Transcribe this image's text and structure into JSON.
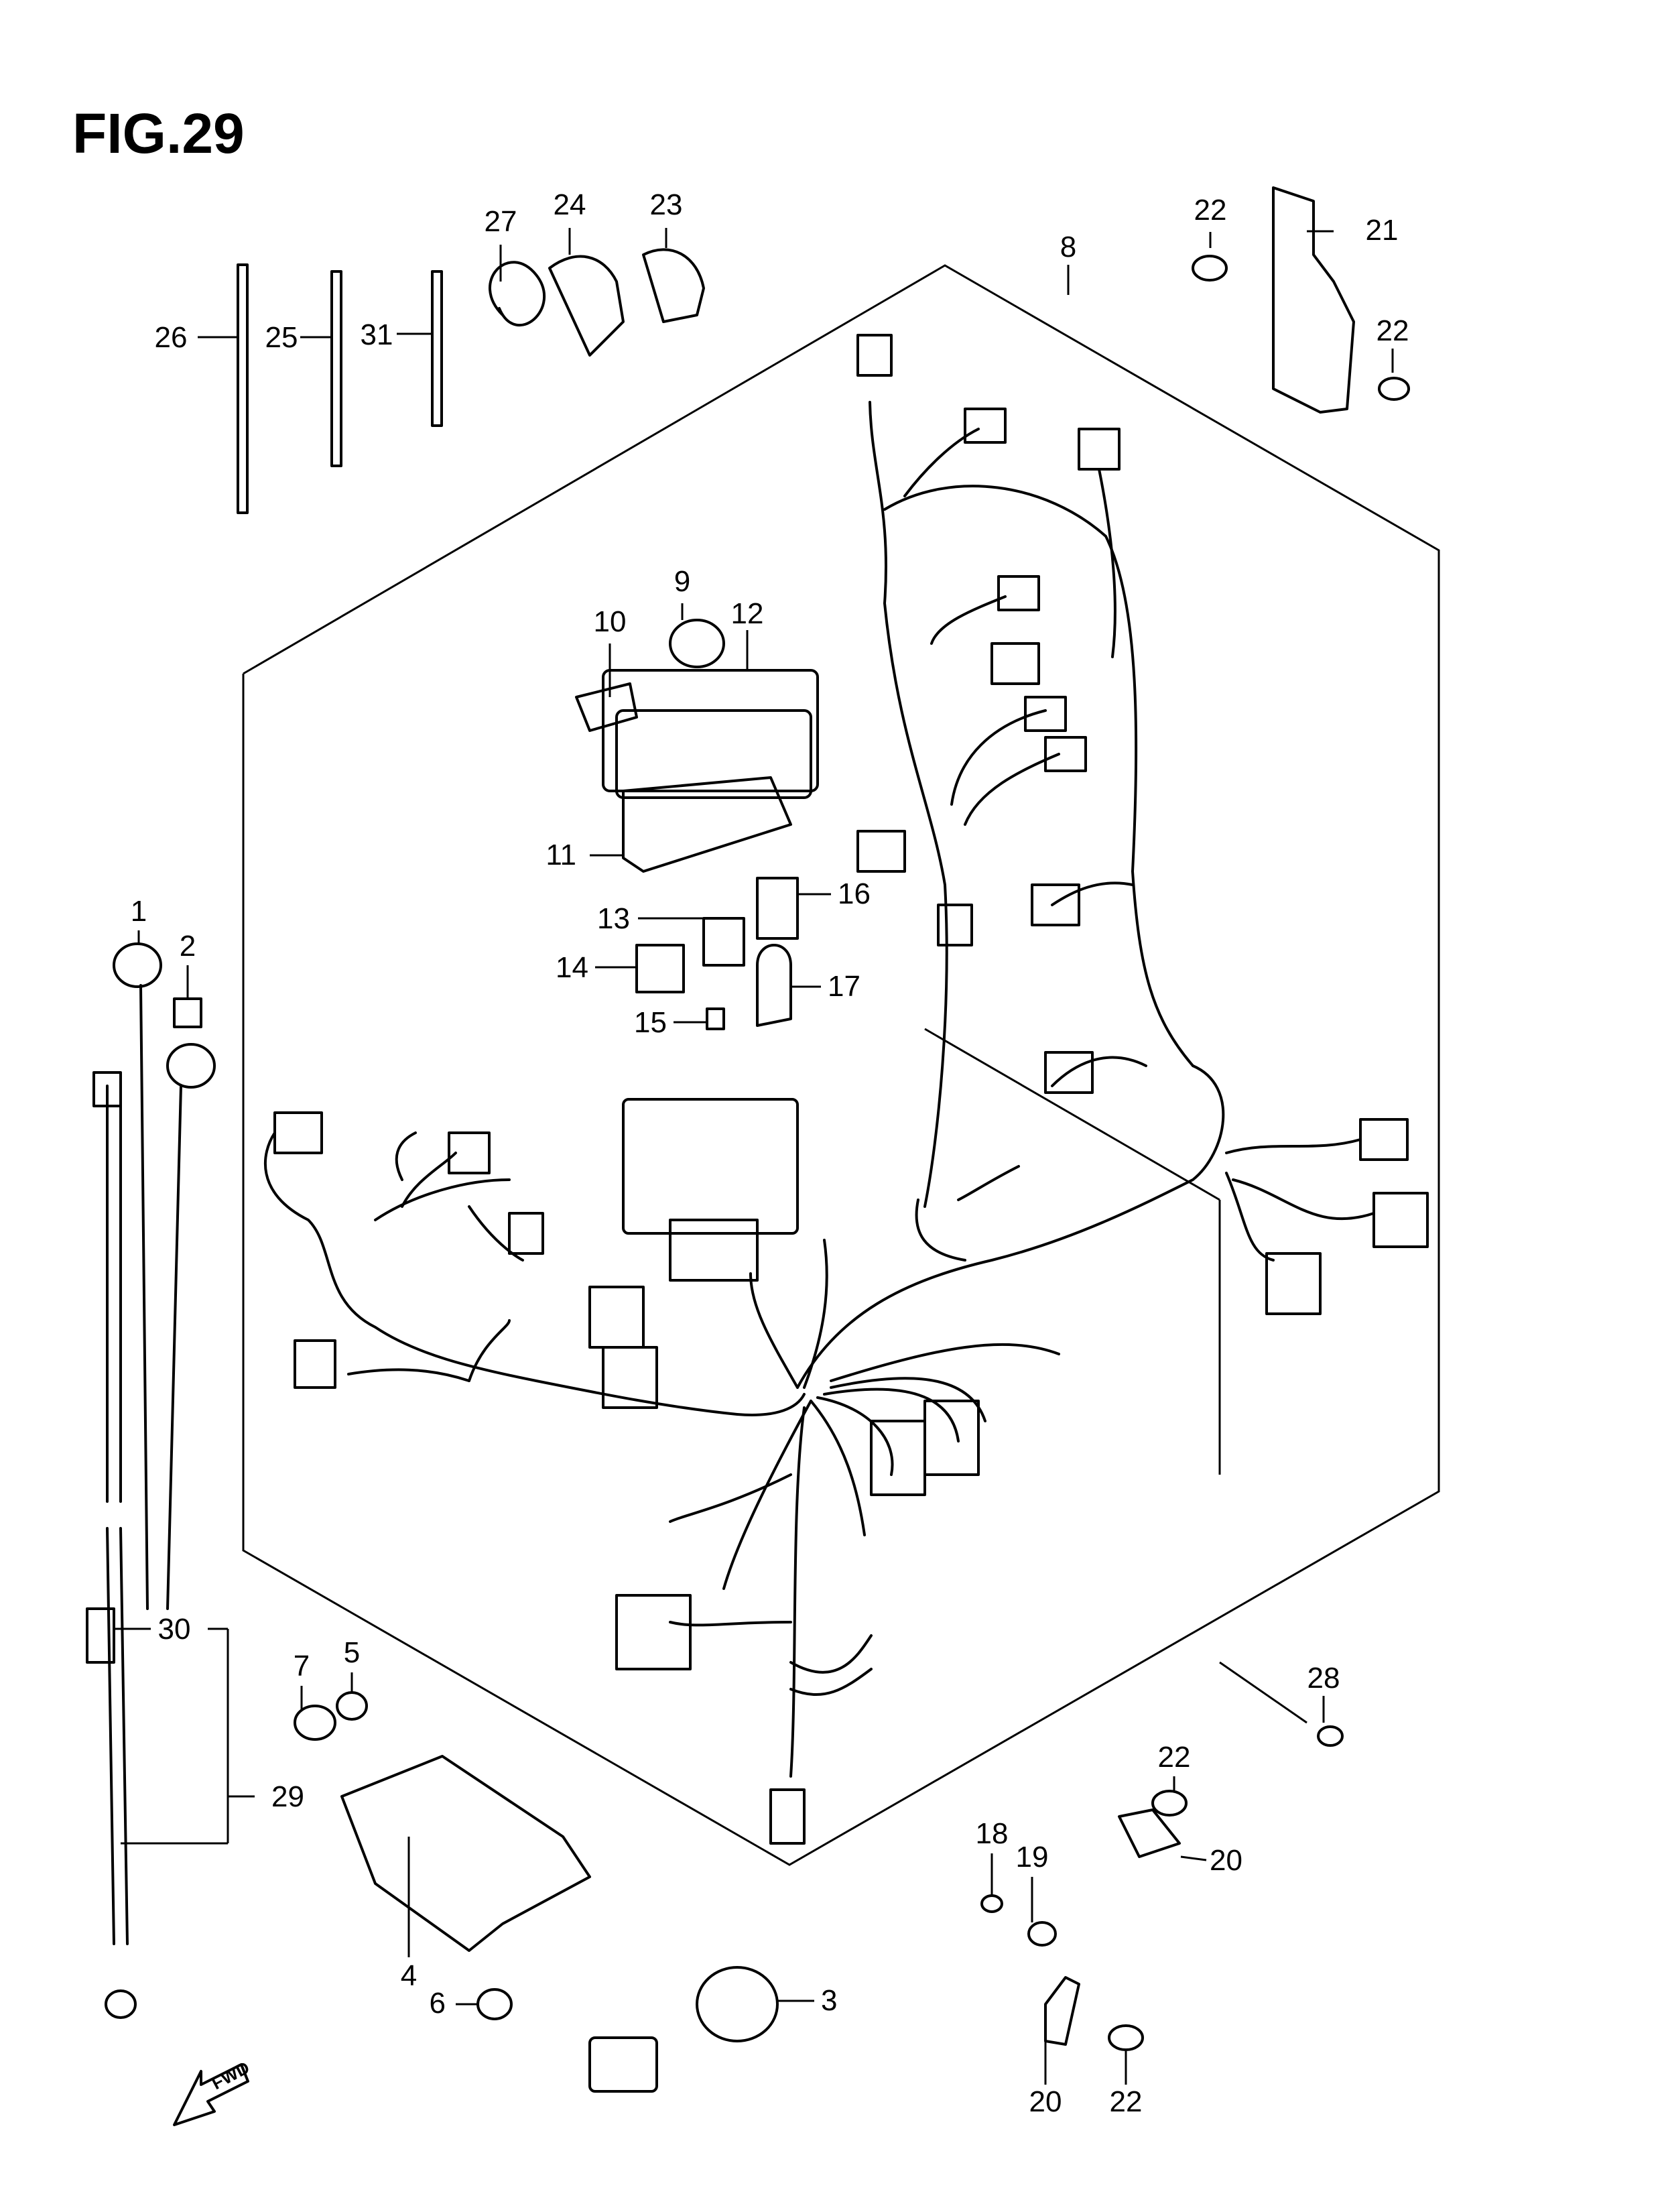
{
  "figure": {
    "title": "FIG.29"
  },
  "callouts": {
    "c1": "1",
    "c2": "2",
    "c3": "3",
    "c4": "4",
    "c5": "5",
    "c6": "6",
    "c7": "7",
    "c8": "8",
    "c9": "9",
    "c10": "10",
    "c11": "11",
    "c12": "12",
    "c13": "13",
    "c14": "14",
    "c15": "15",
    "c16": "16",
    "c17": "17",
    "c18": "18",
    "c19": "19",
    "c20a": "20",
    "c20b": "20",
    "c21": "21",
    "c22a": "22",
    "c22b": "22",
    "c22c": "22",
    "c22d": "22",
    "c23": "23",
    "c24": "24",
    "c25": "25",
    "c26": "26",
    "c27": "27",
    "c28": "28",
    "c29": "29",
    "c30": "30",
    "c31": "31"
  },
  "direction": {
    "label": "FWD"
  }
}
